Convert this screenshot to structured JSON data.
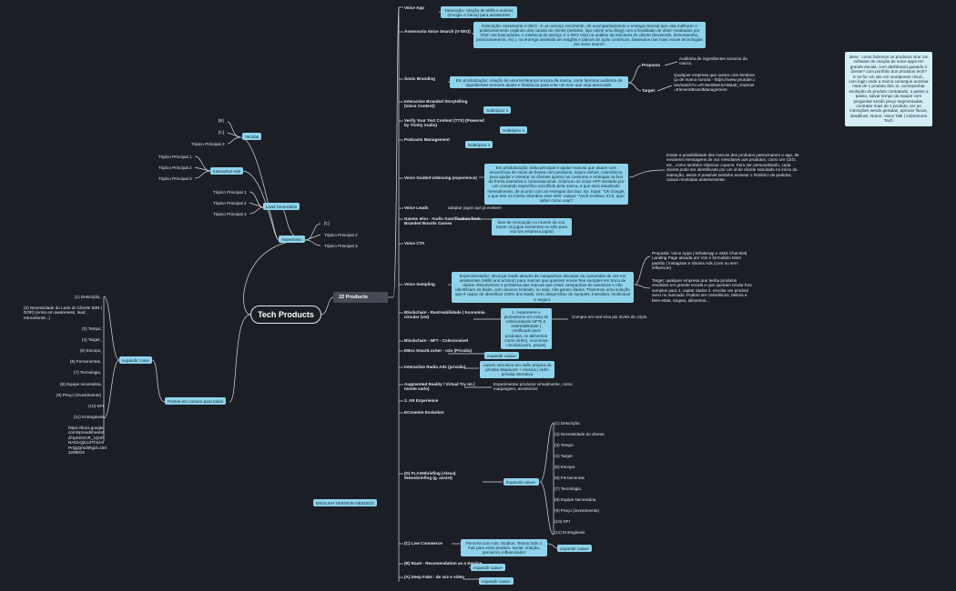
{
  "root": "Tech Products",
  "products_header": "22 Products",
  "left": {
    "vendas": {
      "label": "Vendas",
      "items": [
        "[B]",
        "[C]",
        "Tópico Principal 3"
      ]
    },
    "interactive_ads": {
      "label": "Interactive Ads",
      "items": [
        "Tópico Principal 1",
        "Tópico Principal 2",
        "Tópico Principal 3"
      ]
    },
    "lead_generation": {
      "label": "Lead Generation",
      "items": [
        "Tópico Principal 1",
        "Tópico Principal 2",
        "Tópico Principal 3"
      ]
    },
    "awareness": {
      "label": "Awareness",
      "items": [
        "[C]",
        "Tópico Principal 2",
        "Tópico Principal 3"
      ]
    },
    "pontos": {
      "label": "Pontos em comum para todos",
      "expand": "expandir caixa",
      "items": [
        "(1) Descrição,",
        "(2) Necessidade do Lado do Cliente B2B ( DOR) (entra em awareness, lead , educational...)",
        "(3) Tempo,",
        "(4) Target,",
        "(5) Escopo,",
        "(6) Ferramentas,",
        "(7) Tecnologia,",
        "(8) Equipe necessária,",
        "(9) Preço (investimento)",
        "(10) KPI",
        "(11) Entregáveis"
      ],
      "link": "https://docs.google.com/spreadsheets/d/1pKESCR_1QnF.NADLQjCcZThozmPrQgQ/edit#gid=1502299915"
    },
    "english": "ENGLISH VERSION NEEDED!"
  },
  "right": {
    "voice_app": {
      "label": "Voice App",
      "box": "Descrição: criação de skills e actions (Google e Alexa) para assistentes"
    },
    "assessoria": {
      "label": "Assessoria Voice Search (V-SEO)",
      "box": "Descrição: Assessoria V-SEO : é um serviço recorrente, de acompanhamento e entrega mensal que visa melhorar o posicionamento orgânico dos canais do cliente (website, loja online e/ou blog) com a finalidade de obter resultados por VOZ nos buscadores. A essência do serviço é o SEO está na análise da estrutura do cliente (keywords, desempenho, posicionamento, etc.), na entrega assistida de Insights e planos de ação contínuos, baseados nas mais novas tecnologias em voice search."
    },
    "sonic": {
      "label": "Sonic Branding",
      "box": "Em produtização: criação de uma lembrança sonora da marca, onde faremos auditoria de ingredientes sonoros  atuais e históricos  para criar um som que seja associado.",
      "proposta": "Proposta",
      "proposta_text": "Auditoria de ingredientes sonoros da marca,",
      "target": "Target:",
      "target_text": "Qualquer empresa que queira criar lembrança de marca sonora - https://www.youtube.com/watch?v=vFnNeWwKSAM&ab_channel=ElementBrandManagement"
    },
    "storytelling": {
      "label": "Interactive Branded Storytelling (Voice Content)",
      "box": "Subtópico 1"
    },
    "verify": {
      "label": "Verify Your Text Content (TTS) (Powered by Trinity Audio)",
      "box": "Subtópico 1"
    },
    "podcasts": {
      "label": "Podcasts Management",
      "box": "Subtópico 1"
    },
    "unboxing": {
      "label": "Voice Guided Unboxing (experience)",
      "box": "Em produtização: Ideia principal é ajudar marcas que atuam com recorrência de envio de boxes com produtos, sejam vinhos, cosméticos, para ajudar e orientar os clientes quanto ao consumo e entregas na box de forma interativa e conversacional. Criamos um voice APP atrelado por um comando específico escolhido pela marca, a que será atualizado mensalmente, de acordo com as entregas das box. Ex: Input: \"Ok Google, o que tem na minha Glambox este mês\"  output: \"Você recebeu XYZ, quer saber como usar?",
      "side": "Existe a possibilidade das marcas dos produtos patrocinarem o app, de enviarem mensagens de voz mesclares aos produtos, como um CEO, etc., como também Glamour cupons. Para ser personalizado, cada cliente pode ser identificado por um id de cliente solicitado no início da interação, assim é possível também acessar o histórico de pedidos, caixas recebidas anteriormente."
    },
    "voice_leads": {
      "label": "Voice Leads",
      "text": "adaptar jogos que já existem"
    },
    "games": {
      "label": "Games e/ou - Audio Gamification from Branded Boards Games",
      "box": "fase de invocação no mundo da voz, trazer os jogos existentes ou não para voz (ex empresa jogos)"
    },
    "voice_cta": {
      "label": "Voice CTA"
    },
    "sampling": {
      "label": "Voice Sampling",
      "box": "Experimentador: alcançar leads através de campanhas ativadas via comandos de voz em assistentes (skills and actions) para marcas que queiram enviar free samples em troca de dados. Resolvemos o problema das marcas que criam campanhas de amostras e não identificam os leads, com alcance limitado, ou seja, não geram dados. Trazemos uma solução que é capaz de identificar 100% dos leads, zero desperdício de samples, interativa, multicanal e seguro.",
      "proposta": "Proposta: Voice Apps | WhatsApp e SMS Chat Bot| Landing Page ativada por Voz e formulário texto padrão | Instagram e Stories Ads (com ou sem influencer)",
      "target": "Target: qualquer empresa que tenha produtos vendidos em grande escala e que queiram enviar free samples para 1. captar dados 2. escolar um produto novo no mercado. Podem ser cosméticos, beleza e bem-estar, roupas, alimentos..."
    },
    "blockchain": {
      "label": "Blockchain - Rastreabilidade | Economia circular (vw)",
      "box": "1. Awareness e pioneirismo em cima de colecionáveis NFTs 2. rastreabilidade ( certificado para produtos, ex alimentos como vinho), economia circular(carro, peças)",
      "side": "Compra em real e/ou pix  níveis de cripto"
    },
    "blockchain_nft": {
      "label": "Blockchain - NFT - Colecionável"
    },
    "ebox": {
      "label": "EBox SmartLocker - o2o (Privalia)",
      "box": "expandir caixa+"
    },
    "radio": {
      "label": "Interactive Radio Ads (privalia)",
      "box": "cupom interativo em radio própria da privalia  skaplume + musica | radio privalia interativa"
    },
    "ar": {
      "label": "Augmented Reality \\ Virtual Try on ( monte carlo)",
      "text": "Experimentar produtos virtualmente, como maquiagem, acessórios"
    },
    "ai": {
      "label": "2. AR Experience"
    },
    "ecomm": {
      "label": "ECommm Evolution"
    },
    "flashbriefing": {
      "label": "(D) FLASHbriefing (Alexa) /Newsbriefing (g. assist)",
      "expand": "Expandir caixa+",
      "items": [
        "(1) Descrição:",
        "(2) Necessidade do cliente:",
        "(3) Tempo:",
        "(4) Target:",
        "(5) Escopo:",
        "(6) Ferramentas",
        "(7) Tecnologia",
        "(8) Equipe Necessária",
        "(9) Preço (investimento)",
        "(10) KPI",
        "(11) Entregáveis"
      ]
    },
    "live": {
      "label": "(C) Live Commerce",
      "box": "Parceria com Adv. Studios. Temos todo o hub para esse produto. social, criação, parceiros, influenciador",
      "expand": "expandir caixa+"
    },
    "raas": {
      "label": "(B) RaaS - Recomendation as a Service",
      "box": "expandir caixa+"
    },
    "deepfake": {
      "label": "(A) Deep Fake : de voz  e video",
      "box": "expandir caixa+"
    }
  },
  "idea_note": "Ideia : como fazemos os produtos virar um software de criação de voice apps em grande escala, com dashboard guiando o cliente? com portfólio dos produtos tech? E se for um site em wordpress/ cloud , com login onde a marca consegue acessar mais de 1 produto dos 11, acompanhar evolução do produto contratado, o passo a passo, salvar tempo da equipe com perguntas sendo preço segmentadas, contratar mais de 1 produto, ver as interações sendo geradas, aprovar fluxos, deadlines. Nome: Voice Talk | Adventures Tech"
}
